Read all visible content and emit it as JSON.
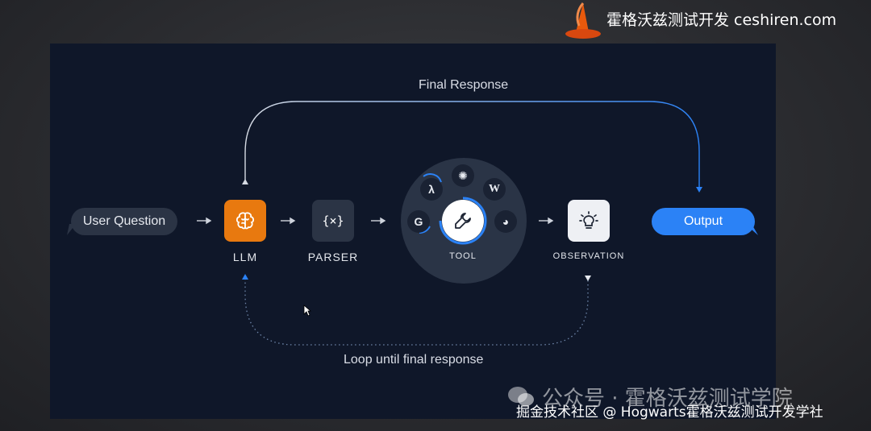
{
  "brand": {
    "text": "霍格沃兹测试开发 ceshiren.com",
    "logo_icon": "wizard-hat-icon",
    "logo_color": "#e8590c"
  },
  "diagram": {
    "final_response_label": "Final Response",
    "loop_label": "Loop until final response",
    "user_question": "User Question",
    "output": "Output",
    "nodes": {
      "llm": {
        "caption": "LLM",
        "icon": "brain-icon",
        "color": "#e8790f"
      },
      "parser": {
        "caption": "PARSER",
        "glyph": "{×}",
        "icon": "variable-braces-icon",
        "color": "#2b3445"
      },
      "tool": {
        "caption": "TOOL",
        "icon": "wrench-icon"
      },
      "observation": {
        "caption": "OBSERVATION",
        "icon": "lightbulb-icon",
        "color": "#eef0f4"
      }
    },
    "tool_satellites": [
      {
        "icon": "lambda-icon",
        "glyph": "λ"
      },
      {
        "icon": "openai-icon",
        "glyph": "✺"
      },
      {
        "icon": "wikipedia-icon",
        "glyph": "W"
      },
      {
        "icon": "google-icon",
        "glyph": "G"
      },
      {
        "icon": "duckduckgo-icon",
        "glyph": "◕"
      }
    ],
    "colors": {
      "background": "#0f1729",
      "accent_blue": "#2b82f6",
      "llm_orange": "#e8790f"
    }
  },
  "watermark": {
    "line1": "公众号 · 霍格沃兹测试学院",
    "line2": "掘金技术社区 @ Hogwarts霍格沃兹测试开发学社",
    "icon": "wechat-icon"
  }
}
